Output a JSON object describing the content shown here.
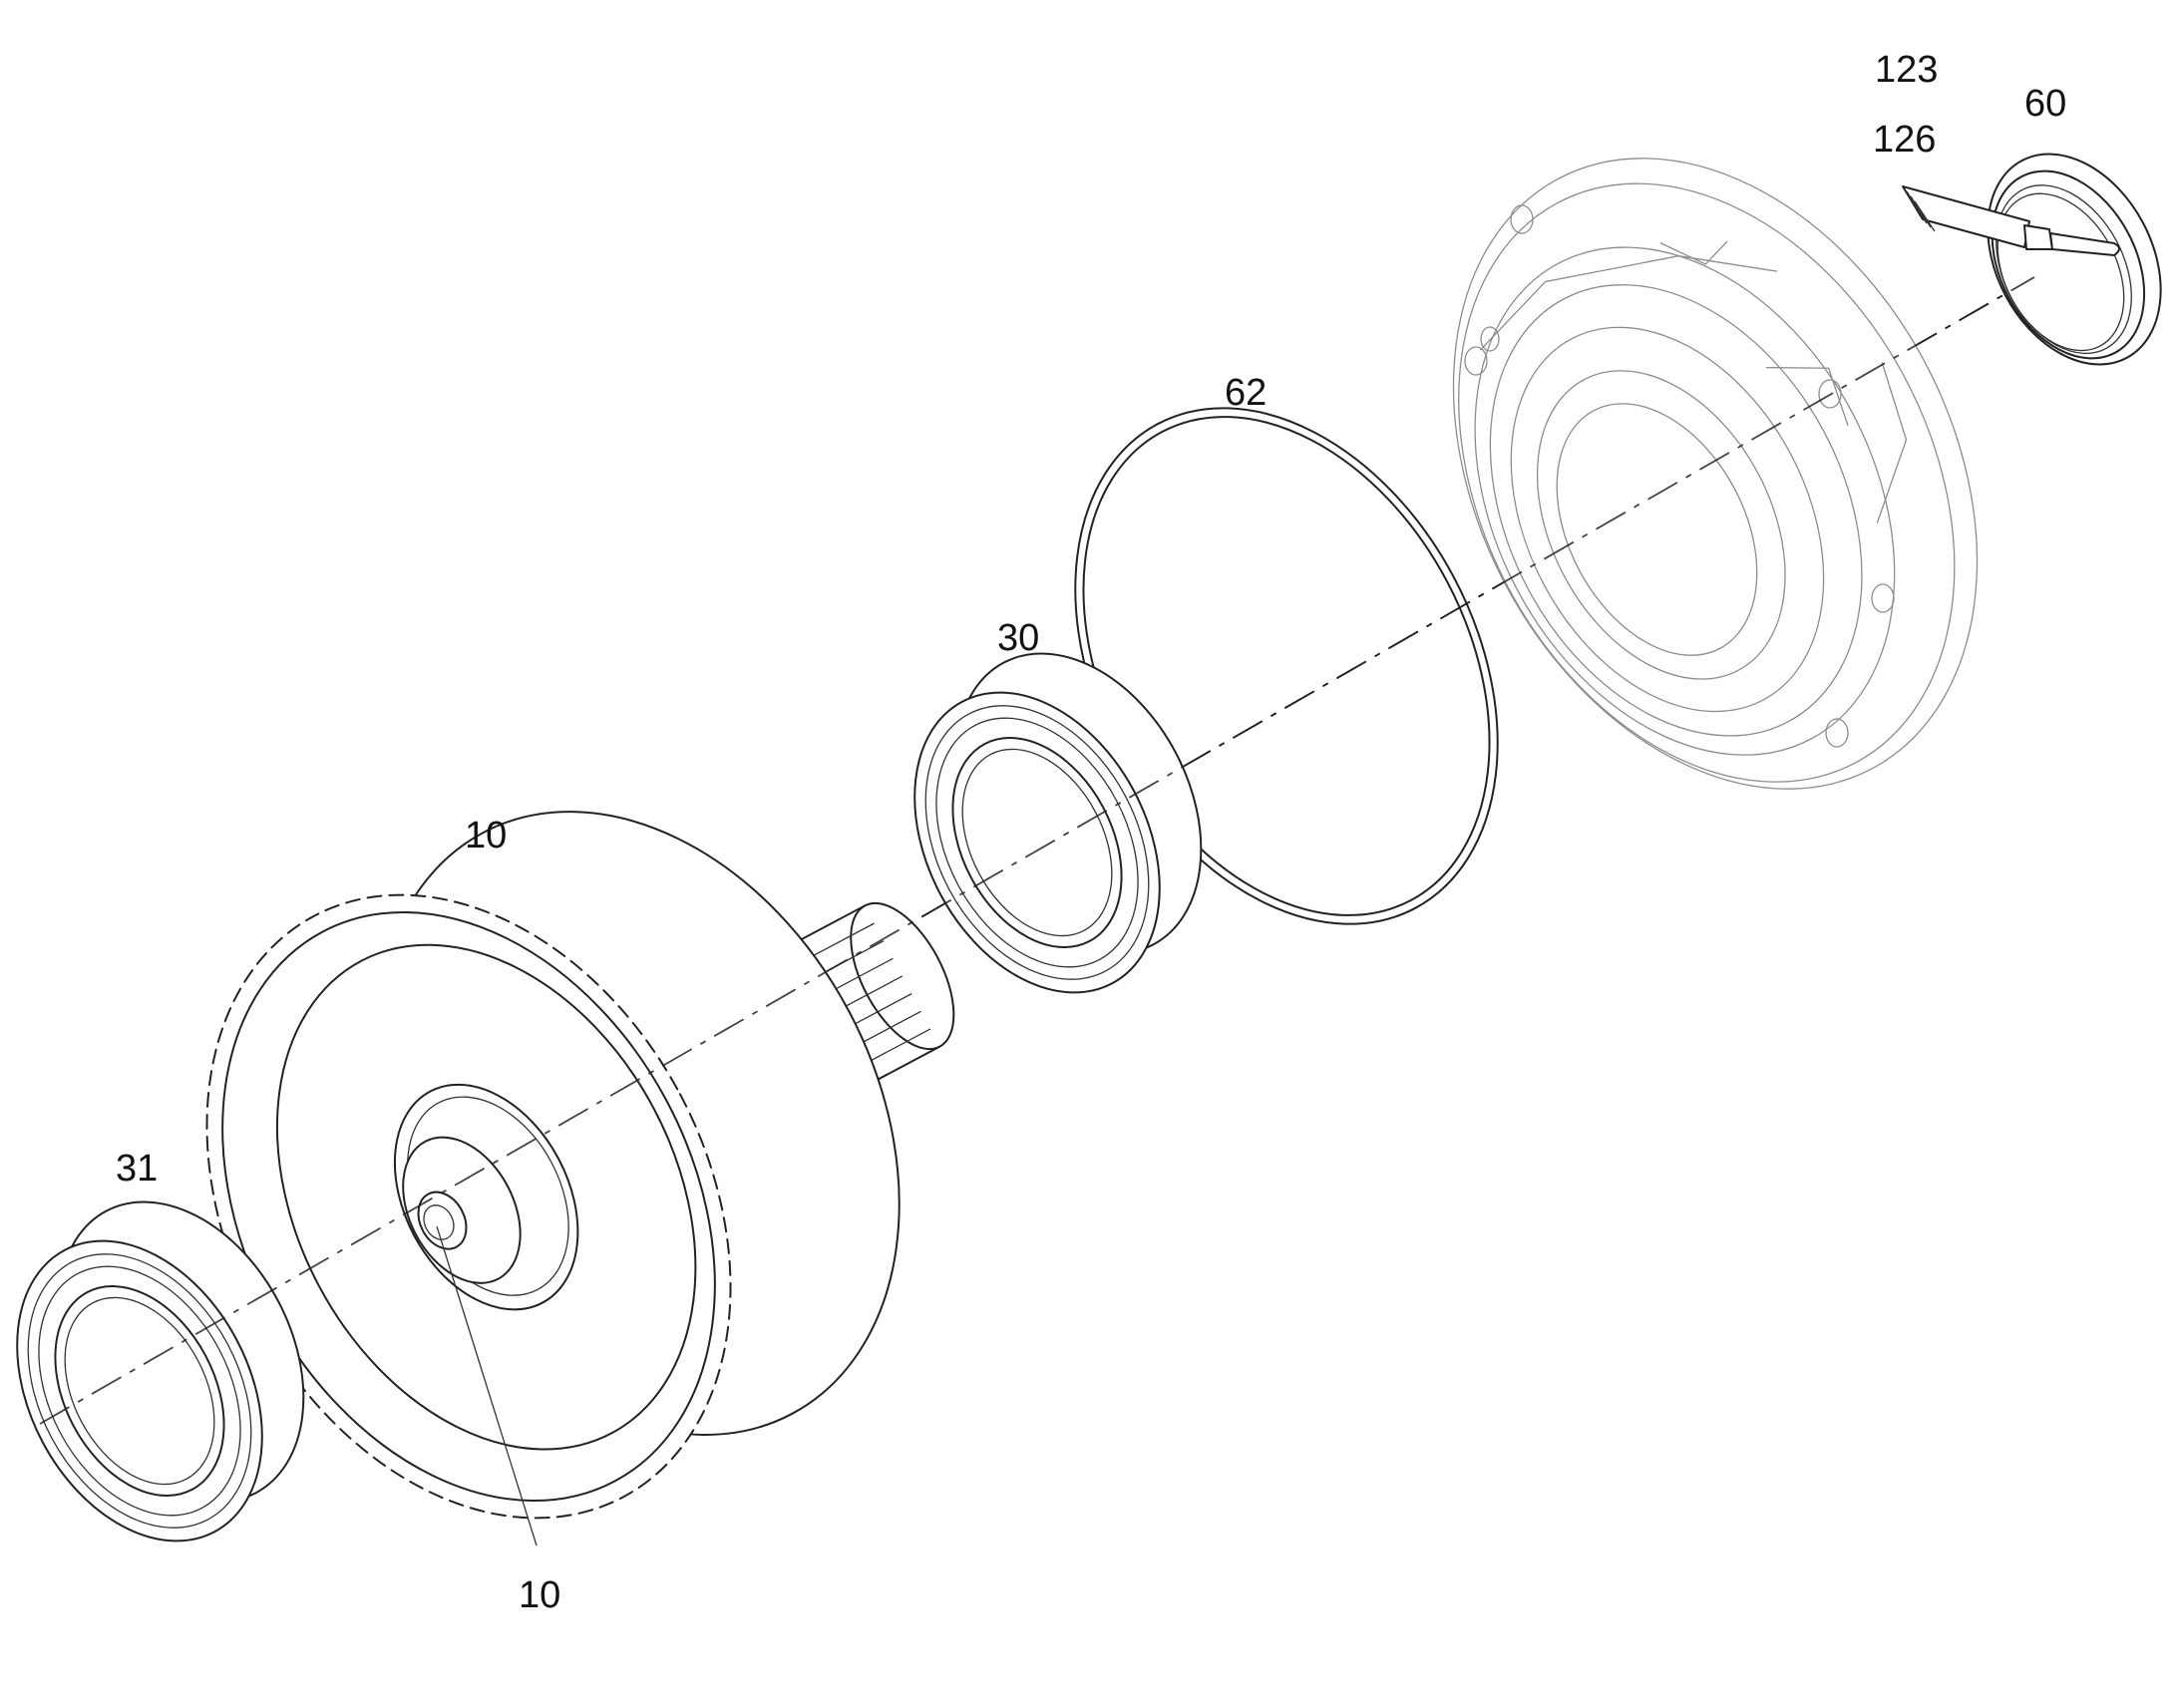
{
  "callouts": [
    {
      "id": "c123",
      "text": "123"
    },
    {
      "id": "c126",
      "text": "126"
    },
    {
      "id": "c60",
      "text": "60"
    },
    {
      "id": "c62",
      "text": "62"
    },
    {
      "id": "c30",
      "text": "30"
    },
    {
      "id": "c10a",
      "text": "10"
    },
    {
      "id": "c31",
      "text": "31"
    },
    {
      "id": "c10b",
      "text": "10"
    }
  ]
}
